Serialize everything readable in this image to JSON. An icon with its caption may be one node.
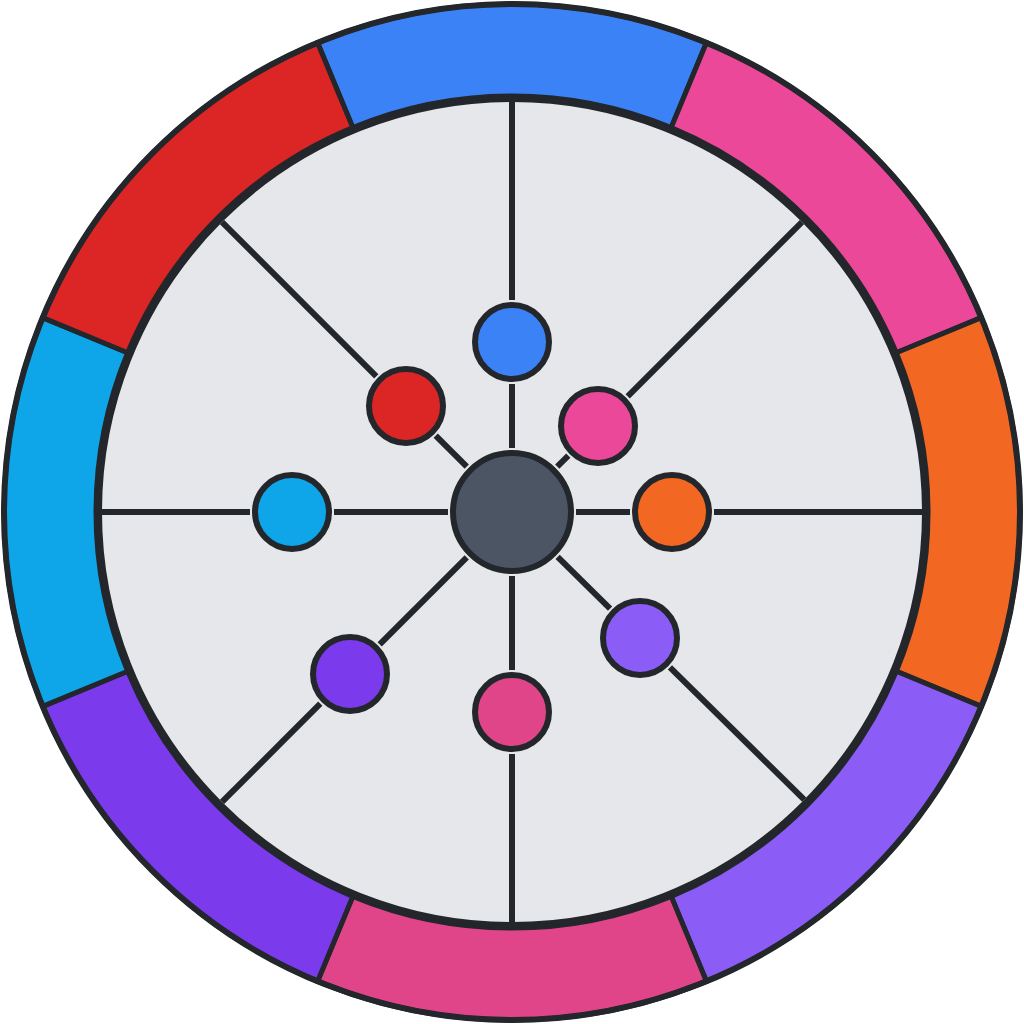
{
  "diagram": {
    "nodes": [
      {
        "text": [],
        "shape": "circle"
      },
      {
        "text": [],
        "shape": "circle",
        "in": 0
      },
      {
        "text": [],
        "shape": "circle",
        "in": 0
      },
      {
        "text": [],
        "shape": "circle",
        "in": 0
      },
      {
        "text": [],
        "shape": "circle",
        "in": 0
      },
      {
        "text": [],
        "shape": "circle",
        "in": 0
      },
      {
        "text": [],
        "shape": "circle",
        "in": 0
      },
      {
        "text": [],
        "shape": "circle",
        "in": 0
      },
      {
        "text": [],
        "shape": "circle",
        "in": 0
      },
      {
        "text": [],
        "shape": "circle",
        "in": 0
      }
    ],
    "edges": [
      {
        "from": 5,
        "to": 1,
        "arrow": "none"
      },
      {
        "from": 5,
        "to": 2,
        "arrow": "none"
      },
      {
        "from": 5,
        "to": 3,
        "arrow": "none"
      },
      {
        "from": 5,
        "to": 4,
        "arrow": "none"
      },
      {
        "from": 5,
        "to": 6,
        "arrow": "none"
      },
      {
        "from": 5,
        "to": 7,
        "arrow": "none"
      },
      {
        "from": 5,
        "to": 8,
        "arrow": "none"
      },
      {
        "from": 5,
        "to": 9,
        "arrow": "none"
      }
    ]
  }
}
